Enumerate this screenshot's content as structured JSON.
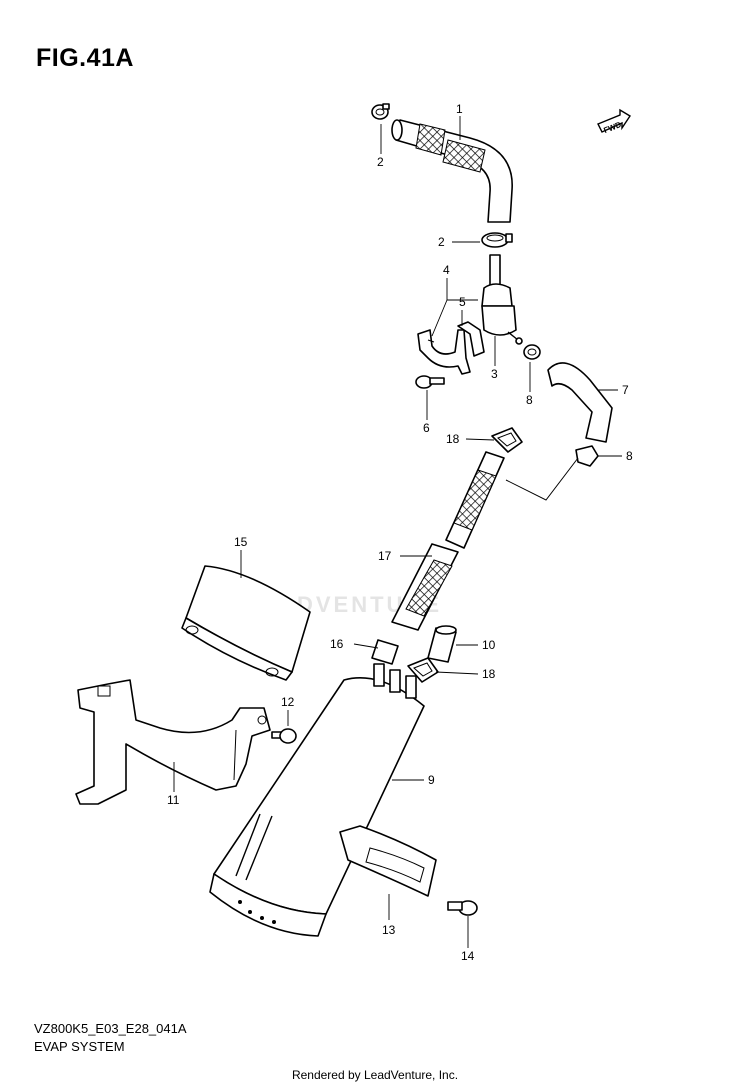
{
  "figure": {
    "title": "FIG.41A",
    "model_code": "VZ800K5_E03_E28_041A",
    "section_name": "EVAP SYSTEM",
    "credit": "Rendered by LeadVenture, Inc.",
    "watermark": "LEADVENTURE"
  },
  "fwd_label": "FWD",
  "callouts": {
    "c1": "1",
    "c2a": "2",
    "c2b": "2",
    "c3": "3",
    "c4": "4",
    "c5": "5",
    "c6": "6",
    "c7": "7",
    "c8a": "8",
    "c8b": "8",
    "c9": "9",
    "c10": "10",
    "c11": "11",
    "c12": "12",
    "c13": "13",
    "c14": "14",
    "c15": "15",
    "c16": "16",
    "c17": "17",
    "c18a": "18",
    "c18b": "18"
  }
}
